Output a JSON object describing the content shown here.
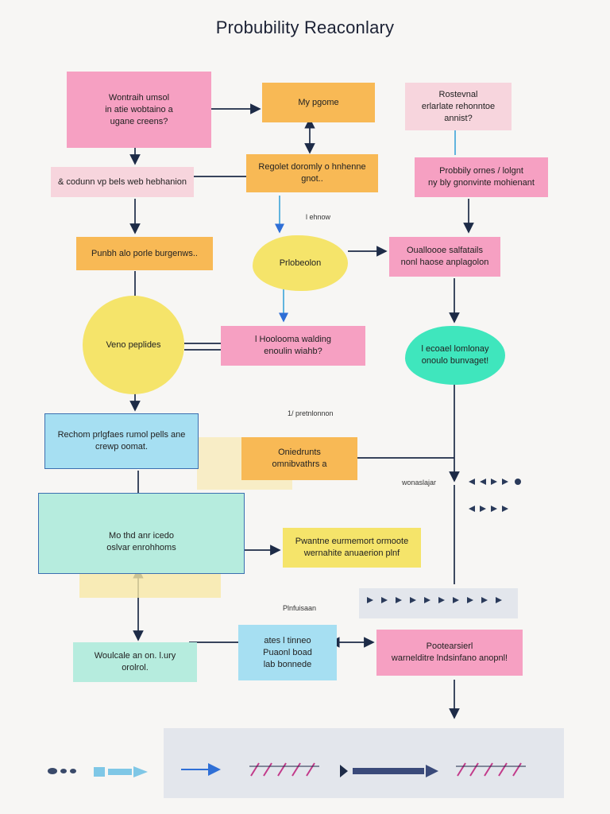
{
  "title": "Probubility Reaconlary",
  "nodes": {
    "n1": "Wontraih umsol\nin atie wobtaino a\nugane creens?",
    "n2": "My pgome",
    "n3": "Rostevnal\nerlarlate rehonntoe\nannist?",
    "n4": "& codunn vp bels web hebhanion",
    "n5": "Regolet doromly o hnhenne\ngnot..",
    "n6": "Probbily ornes / lolgnt\nny bly gnonvinte mohienant",
    "n7": "Punbh alo porle burgenws..",
    "n8": "Prlobeolon",
    "n9": "Oualloooe salfatails\nnonl haose anplagolon",
    "n10": "Veno peplides",
    "n11": "l Hoolooma walding\nenoulin wiahb?",
    "n12": "l ecoael lomlonay\nonoulo bunvaget!",
    "n13": "Rechom prlgfaes rumol pells ane\ncrewp oomat.",
    "n14": "Oniedrunts\nomnibvathrs a",
    "n15": "Mo thd anr icedo\noslvar enrohhoms",
    "n16": "Pwantne eurmemort ormoote\nwernahite anuaerion plnf",
    "n17": "Woulcale an on. l.ury\norolrol.",
    "n18": "ates l tinneo\nPuaonl boad\nlab bonnede",
    "n19": "Pootearsierl\nwarnelditre lndsinfano anopnl!"
  },
  "labels": {
    "l1": "l ehnow",
    "l2": "1/ pretnlonnon",
    "l3": "wonaslajar",
    "l4": "Plnfuisaan"
  },
  "colors": {
    "pink": "#f6a0c2",
    "orange": "#f8b955",
    "yellow": "#f5e46a",
    "blue": "#a6dff2",
    "mint": "#b6ecde",
    "teal": "#3fe6bd",
    "line": "#1d2b47"
  }
}
